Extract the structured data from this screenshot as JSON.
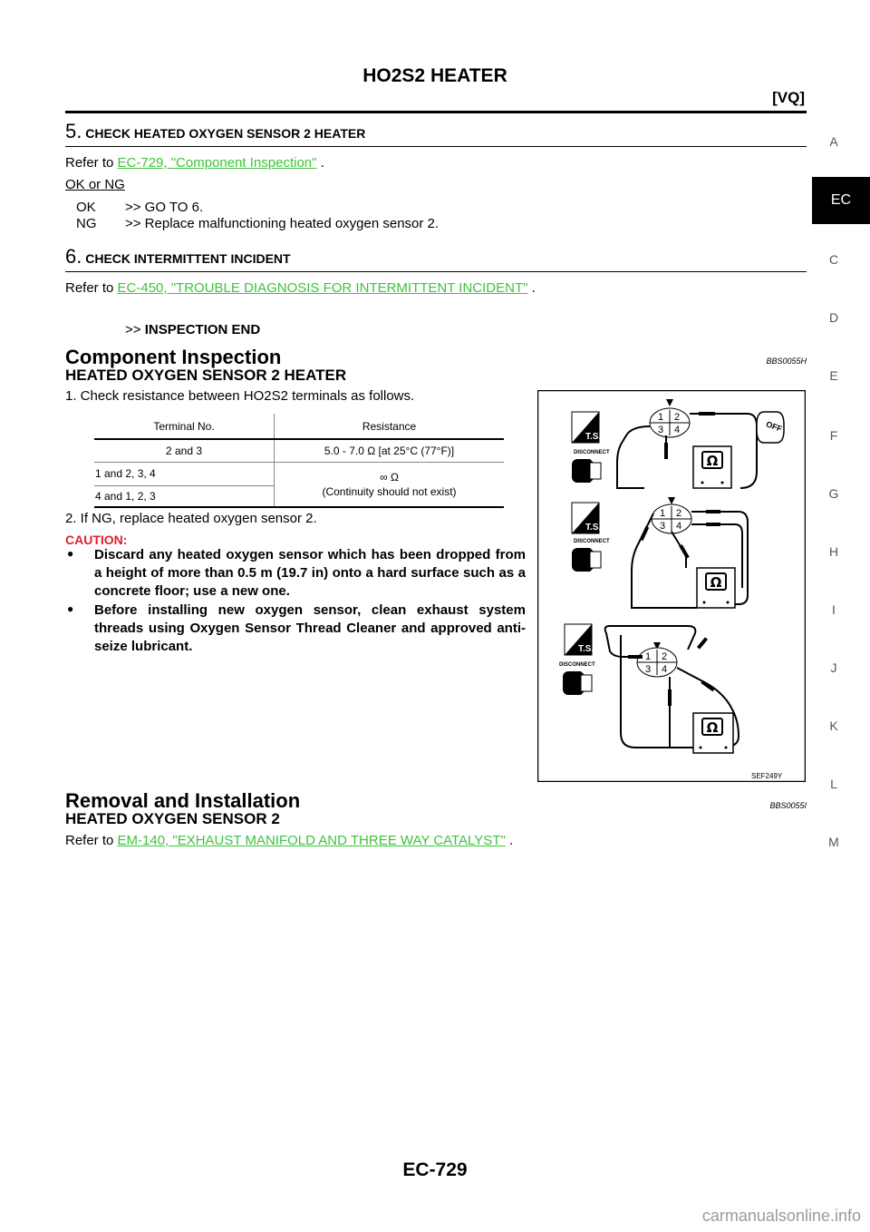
{
  "header": {
    "title": "HO2S2 HEATER",
    "section": "[VQ]"
  },
  "sidebar": {
    "letters": [
      "A",
      "C",
      "D",
      "E",
      "F",
      "G",
      "H",
      "I",
      "J",
      "K",
      "L",
      "M"
    ],
    "active": "EC"
  },
  "step5": {
    "num": "5.",
    "heading": "CHECK HEATED OXYGEN SENSOR 2 HEATER",
    "refer_prefix": "Refer to ",
    "link": "EC-729, \"Component Inspection\"",
    "refer_suffix": " .",
    "ok_ng": "OK or NG",
    "ok_key": "OK",
    "ok_val": ">> GO TO 6.",
    "ng_key": "NG",
    "ng_val": ">> Replace malfunctioning heated oxygen sensor 2."
  },
  "step6": {
    "num": "6.",
    "heading": "CHECK INTERMITTENT INCIDENT",
    "refer_prefix": "Refer to ",
    "link": "EC-450, \"TROUBLE DIAGNOSIS FOR INTERMITTENT INCIDENT\"",
    "refer_suffix": " .",
    "end_arrow": ">>",
    "end_text": "INSPECTION END"
  },
  "component": {
    "title": "Component Inspection",
    "code": "BBS0055H",
    "subtitle": "HEATED OXYGEN SENSOR 2 HEATER",
    "item1": "1.  Check resistance between HO2S2 terminals as follows.",
    "table": {
      "col1": "Terminal No.",
      "col2": "Resistance",
      "r1c1": "2 and 3",
      "r1c2": "5.0 - 7.0 Ω [at 25°C (77°F)]",
      "r2c1": "1 and 2, 3, 4",
      "r3c1": "4 and 1, 2, 3",
      "r23c2a": "∞ Ω",
      "r23c2b": "(Continuity should not exist)"
    },
    "item2": "2.  If NG, replace heated oxygen sensor 2.",
    "caution": "CAUTION:",
    "bullet1": "Discard any heated oxygen sensor which has been dropped from a height of more than 0.5 m (19.7 in) onto a hard surface such as a concrete floor; use a new one.",
    "bullet2": "Before installing new oxygen sensor, clean exhaust system threads using Oxygen Sensor Thread Cleaner and approved anti-seize lubricant."
  },
  "figure": {
    "ts": "T.S.",
    "disconnect": "DISCONNECT",
    "off": "OFF",
    "pins": [
      "1",
      "2",
      "3",
      "4"
    ],
    "ohm": "Ω",
    "code": "SEF249Y"
  },
  "removal": {
    "title": "Removal and Installation",
    "code": "BBS0055I",
    "subtitle": "HEATED OXYGEN SENSOR 2",
    "refer_prefix": "Refer to ",
    "link": "EM-140, \"EXHAUST MANIFOLD AND THREE WAY CATALYST\"",
    "refer_suffix": " ."
  },
  "footer": {
    "page": "EC-729",
    "watermark": "carmanualsonline.info"
  }
}
